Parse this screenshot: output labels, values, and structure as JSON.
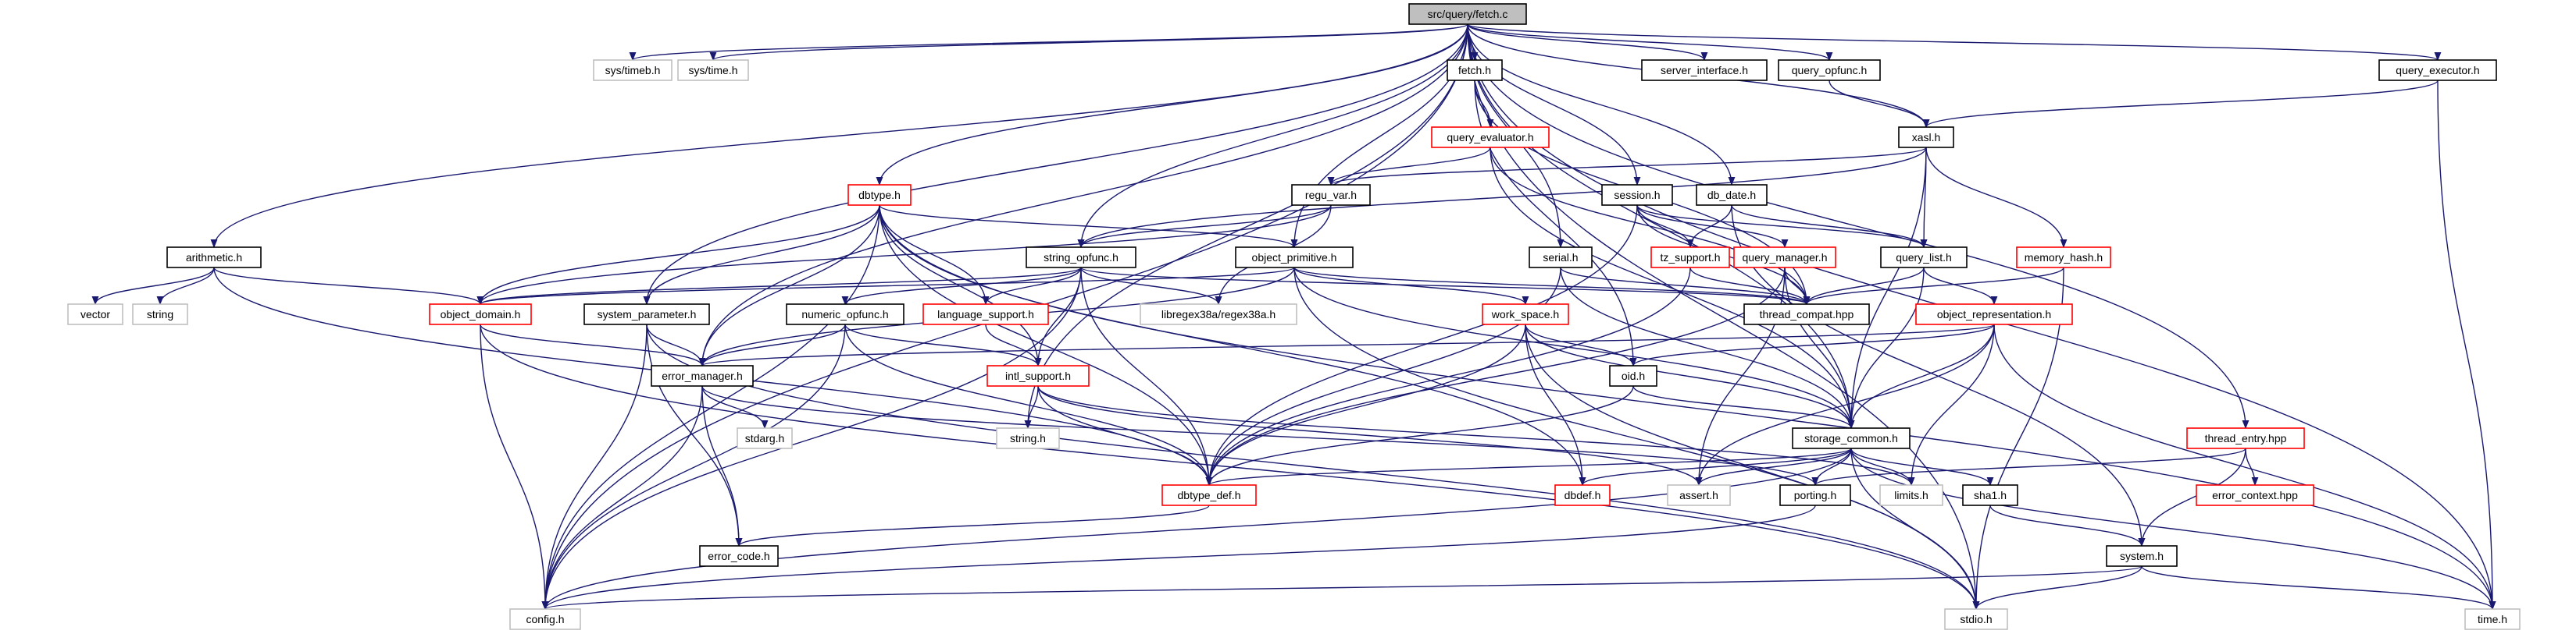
{
  "graph": {
    "title": "src/query/fetch.c",
    "colors": {
      "edge": "#191970",
      "root_fill": "#bfbfbf",
      "documented_border": "#000000",
      "undocumented_border": "#bfbfbf",
      "no_page_border": "#ff0000"
    },
    "nodes": [
      {
        "id": "fetch_c",
        "label": "src/query/fetch.c",
        "kind": "root"
      },
      {
        "id": "sys_timeb_h",
        "label": "sys/timeb.h",
        "kind": "gray"
      },
      {
        "id": "sys_time_h",
        "label": "sys/time.h",
        "kind": "gray"
      },
      {
        "id": "fetch_h",
        "label": "fetch.h",
        "kind": "black"
      },
      {
        "id": "server_interface_h",
        "label": "server_interface.h",
        "kind": "black"
      },
      {
        "id": "query_opfunc_h",
        "label": "query_opfunc.h",
        "kind": "black"
      },
      {
        "id": "query_executor_h",
        "label": "query_executor.h",
        "kind": "black"
      },
      {
        "id": "query_evaluator_h",
        "label": "query_evaluator.h",
        "kind": "red"
      },
      {
        "id": "xasl_h",
        "label": "xasl.h",
        "kind": "black"
      },
      {
        "id": "dbtype_h",
        "label": "dbtype.h",
        "kind": "red"
      },
      {
        "id": "regu_var_h",
        "label": "regu_var.h",
        "kind": "black"
      },
      {
        "id": "session_h",
        "label": "session.h",
        "kind": "black"
      },
      {
        "id": "db_date_h",
        "label": "db_date.h",
        "kind": "black"
      },
      {
        "id": "arithmetic_h",
        "label": "arithmetic.h",
        "kind": "black"
      },
      {
        "id": "string_opfunc_h",
        "label": "string_opfunc.h",
        "kind": "black"
      },
      {
        "id": "object_primitive_h",
        "label": "object_primitive.h",
        "kind": "black"
      },
      {
        "id": "serial_h",
        "label": "serial.h",
        "kind": "black"
      },
      {
        "id": "tz_support_h",
        "label": "tz_support.h",
        "kind": "red"
      },
      {
        "id": "query_manager_h",
        "label": "query_manager.h",
        "kind": "red"
      },
      {
        "id": "query_list_h",
        "label": "query_list.h",
        "kind": "black"
      },
      {
        "id": "memory_hash_h",
        "label": "memory_hash.h",
        "kind": "red"
      },
      {
        "id": "vector",
        "label": "vector",
        "kind": "gray"
      },
      {
        "id": "string",
        "label": "string",
        "kind": "gray"
      },
      {
        "id": "object_domain_h",
        "label": "object_domain.h",
        "kind": "red"
      },
      {
        "id": "system_parameter_h",
        "label": "system_parameter.h",
        "kind": "black"
      },
      {
        "id": "numeric_opfunc_h",
        "label": "numeric_opfunc.h",
        "kind": "black"
      },
      {
        "id": "language_support_h",
        "label": "language_support.h",
        "kind": "red"
      },
      {
        "id": "libregex38a_h",
        "label": "libregex38a/regex38a.h",
        "kind": "gray"
      },
      {
        "id": "thread_compat_hpp",
        "label": "thread_compat.hpp",
        "kind": "black"
      },
      {
        "id": "work_space_h",
        "label": "work_space.h",
        "kind": "red"
      },
      {
        "id": "object_representation_h",
        "label": "object_representation.h",
        "kind": "red"
      },
      {
        "id": "error_manager_h",
        "label": "error_manager.h",
        "kind": "black"
      },
      {
        "id": "intl_support_h",
        "label": "intl_support.h",
        "kind": "red"
      },
      {
        "id": "oid_h",
        "label": "oid.h",
        "kind": "black"
      },
      {
        "id": "stdarg_h",
        "label": "stdarg.h",
        "kind": "gray"
      },
      {
        "id": "string_h",
        "label": "string.h",
        "kind": "gray"
      },
      {
        "id": "storage_common_h",
        "label": "storage_common.h",
        "kind": "black"
      },
      {
        "id": "thread_entry_hpp",
        "label": "thread_entry.hpp",
        "kind": "red"
      },
      {
        "id": "error_context_hpp",
        "label": "error_context.hpp",
        "kind": "red"
      },
      {
        "id": "dbtype_def_h",
        "label": "dbtype_def.h",
        "kind": "red"
      },
      {
        "id": "dbdef_h",
        "label": "dbdef.h",
        "kind": "red"
      },
      {
        "id": "assert_h",
        "label": "assert.h",
        "kind": "gray"
      },
      {
        "id": "porting_h",
        "label": "porting.h",
        "kind": "black"
      },
      {
        "id": "limits_h",
        "label": "limits.h",
        "kind": "gray"
      },
      {
        "id": "sha1_h",
        "label": "sha1.h",
        "kind": "black"
      },
      {
        "id": "error_code_h",
        "label": "error_code.h",
        "kind": "black"
      },
      {
        "id": "system_h",
        "label": "system.h",
        "kind": "black"
      },
      {
        "id": "config_h",
        "label": "config.h",
        "kind": "gray"
      },
      {
        "id": "stdio_h",
        "label": "stdio.h",
        "kind": "gray"
      },
      {
        "id": "time_h",
        "label": "time.h",
        "kind": "gray"
      }
    ],
    "edges": [
      [
        "fetch_c",
        "sys_timeb_h"
      ],
      [
        "fetch_c",
        "sys_time_h"
      ],
      [
        "fetch_c",
        "fetch_h"
      ],
      [
        "fetch_c",
        "server_interface_h"
      ],
      [
        "fetch_c",
        "query_opfunc_h"
      ],
      [
        "fetch_c",
        "query_executor_h"
      ],
      [
        "fetch_c",
        "xasl_h"
      ],
      [
        "fetch_c",
        "dbtype_h"
      ],
      [
        "fetch_c",
        "session_h"
      ],
      [
        "fetch_c",
        "db_date_h"
      ],
      [
        "fetch_c",
        "arithmetic_h"
      ],
      [
        "fetch_c",
        "string_opfunc_h"
      ],
      [
        "fetch_c",
        "object_primitive_h"
      ],
      [
        "fetch_c",
        "serial_h"
      ],
      [
        "fetch_c",
        "system_parameter_h"
      ],
      [
        "fetch_c",
        "error_manager_h"
      ],
      [
        "fetch_c",
        "config_h"
      ],
      [
        "fetch_c",
        "stdio_h"
      ],
      [
        "fetch_c",
        "time_h"
      ],
      [
        "fetch_c",
        "storage_common_h"
      ],
      [
        "fetch_c",
        "thread_entry_hpp"
      ],
      [
        "fetch_c",
        "string_h"
      ],
      [
        "fetch_h",
        "query_evaluator_h"
      ],
      [
        "fetch_h",
        "thread_compat_hpp"
      ],
      [
        "fetch_h",
        "oid_h"
      ],
      [
        "query_opfunc_h",
        "xasl_h"
      ],
      [
        "query_executor_h",
        "xasl_h"
      ],
      [
        "query_executor_h",
        "time_h"
      ],
      [
        "query_evaluator_h",
        "regu_var_h"
      ],
      [
        "query_evaluator_h",
        "thread_compat_hpp"
      ],
      [
        "query_evaluator_h",
        "storage_common_h"
      ],
      [
        "xasl_h",
        "regu_var_h"
      ],
      [
        "xasl_h",
        "query_list_h"
      ],
      [
        "xasl_h",
        "memory_hash_h"
      ],
      [
        "xasl_h",
        "storage_common_h"
      ],
      [
        "xasl_h",
        "string_opfunc_h"
      ],
      [
        "regu_var_h",
        "string_opfunc_h"
      ],
      [
        "regu_var_h",
        "object_domain_h"
      ],
      [
        "regu_var_h",
        "libregex38a_h"
      ],
      [
        "dbtype_h",
        "object_domain_h"
      ],
      [
        "dbtype_h",
        "error_manager_h"
      ],
      [
        "dbtype_h",
        "system_parameter_h"
      ],
      [
        "dbtype_h",
        "language_support_h"
      ],
      [
        "dbtype_h",
        "intl_support_h"
      ],
      [
        "dbtype_h",
        "dbtype_def_h"
      ],
      [
        "dbtype_h",
        "dbdef_h"
      ],
      [
        "dbtype_h",
        "config_h"
      ],
      [
        "dbtype_h",
        "object_primitive_h"
      ],
      [
        "dbtype_h",
        "time_h"
      ],
      [
        "session_h",
        "tz_support_h"
      ],
      [
        "session_h",
        "query_manager_h"
      ],
      [
        "session_h",
        "query_list_h"
      ],
      [
        "session_h",
        "thread_compat_hpp"
      ],
      [
        "session_h",
        "dbtype_def_h"
      ],
      [
        "db_date_h",
        "tz_support_h"
      ],
      [
        "db_date_h",
        "query_list_h"
      ],
      [
        "db_date_h",
        "system_h"
      ],
      [
        "arithmetic_h",
        "vector"
      ],
      [
        "arithmetic_h",
        "string"
      ],
      [
        "arithmetic_h",
        "object_domain_h"
      ],
      [
        "arithmetic_h",
        "dbtype_def_h"
      ],
      [
        "string_opfunc_h",
        "object_domain_h"
      ],
      [
        "string_opfunc_h",
        "numeric_opfunc_h"
      ],
      [
        "string_opfunc_h",
        "language_support_h"
      ],
      [
        "string_opfunc_h",
        "intl_support_h"
      ],
      [
        "string_opfunc_h",
        "libregex38a_h"
      ],
      [
        "string_opfunc_h",
        "thread_compat_hpp"
      ],
      [
        "string_opfunc_h",
        "dbtype_def_h"
      ],
      [
        "string_opfunc_h",
        "config_h"
      ],
      [
        "object_primitive_h",
        "object_domain_h"
      ],
      [
        "object_primitive_h",
        "work_space_h"
      ],
      [
        "object_primitive_h",
        "thread_compat_hpp"
      ],
      [
        "object_primitive_h",
        "error_manager_h"
      ],
      [
        "object_primitive_h",
        "storage_common_h"
      ],
      [
        "object_primitive_h",
        "stdio_h"
      ],
      [
        "serial_h",
        "thread_compat_hpp"
      ],
      [
        "serial_h",
        "dbtype_def_h"
      ],
      [
        "serial_h",
        "storage_common_h"
      ],
      [
        "tz_support_h",
        "thread_compat_hpp"
      ],
      [
        "tz_support_h",
        "dbtype_def_h"
      ],
      [
        "query_manager_h",
        "thread_compat_hpp"
      ],
      [
        "query_manager_h",
        "storage_common_h"
      ],
      [
        "query_manager_h",
        "dbtype_def_h"
      ],
      [
        "query_manager_h",
        "assert_h"
      ],
      [
        "query_list_h",
        "object_representation_h"
      ],
      [
        "query_list_h",
        "thread_compat_hpp"
      ],
      [
        "query_list_h",
        "storage_common_h"
      ],
      [
        "memory_hash_h",
        "thread_compat_hpp"
      ],
      [
        "memory_hash_h",
        "stdio_h"
      ],
      [
        "object_domain_h",
        "error_manager_h"
      ],
      [
        "object_domain_h",
        "config_h"
      ],
      [
        "object_domain_h",
        "stdio_h"
      ],
      [
        "system_parameter_h",
        "error_manager_h"
      ],
      [
        "system_parameter_h",
        "error_code_h"
      ],
      [
        "system_parameter_h",
        "config_h"
      ],
      [
        "system_parameter_h",
        "stdio_h"
      ],
      [
        "numeric_opfunc_h",
        "error_manager_h"
      ],
      [
        "numeric_opfunc_h",
        "intl_support_h"
      ],
      [
        "numeric_opfunc_h",
        "dbtype_def_h"
      ],
      [
        "numeric_opfunc_h",
        "config_h"
      ],
      [
        "language_support_h",
        "intl_support_h"
      ],
      [
        "work_space_h",
        "oid_h"
      ],
      [
        "work_space_h",
        "dbtype_def_h"
      ],
      [
        "work_space_h",
        "dbdef_h"
      ],
      [
        "work_space_h",
        "storage_common_h"
      ],
      [
        "work_space_h",
        "stdio_h"
      ],
      [
        "object_representation_h",
        "error_manager_h"
      ],
      [
        "object_representation_h",
        "oid_h"
      ],
      [
        "object_representation_h",
        "storage_common_h"
      ],
      [
        "object_representation_h",
        "limits_h"
      ],
      [
        "object_representation_h",
        "assert_h"
      ],
      [
        "object_representation_h",
        "time_h"
      ],
      [
        "error_manager_h",
        "stdarg_h"
      ],
      [
        "error_manager_h",
        "error_code_h"
      ],
      [
        "error_manager_h",
        "config_h"
      ],
      [
        "error_manager_h",
        "porting_h"
      ],
      [
        "intl_support_h",
        "string_h"
      ],
      [
        "intl_support_h",
        "dbtype_def_h"
      ],
      [
        "intl_support_h",
        "limits_h"
      ],
      [
        "intl_support_h",
        "assert_h"
      ],
      [
        "oid_h",
        "storage_common_h"
      ],
      [
        "oid_h",
        "dbtype_def_h"
      ],
      [
        "storage_common_h",
        "dbtype_def_h"
      ],
      [
        "storage_common_h",
        "dbdef_h"
      ],
      [
        "storage_common_h",
        "assert_h"
      ],
      [
        "storage_common_h",
        "porting_h"
      ],
      [
        "storage_common_h",
        "limits_h"
      ],
      [
        "storage_common_h",
        "sha1_h"
      ],
      [
        "storage_common_h",
        "config_h"
      ],
      [
        "storage_common_h",
        "stdio_h"
      ],
      [
        "storage_common_h",
        "time_h"
      ],
      [
        "thread_entry_hpp",
        "error_context_hpp"
      ],
      [
        "thread_entry_hpp",
        "porting_h"
      ],
      [
        "thread_entry_hpp",
        "system_h"
      ],
      [
        "dbtype_def_h",
        "error_code_h"
      ],
      [
        "porting_h",
        "config_h"
      ],
      [
        "sha1_h",
        "system_h"
      ],
      [
        "system_h",
        "config_h"
      ],
      [
        "system_h",
        "stdio_h"
      ],
      [
        "system_h",
        "time_h"
      ]
    ]
  }
}
